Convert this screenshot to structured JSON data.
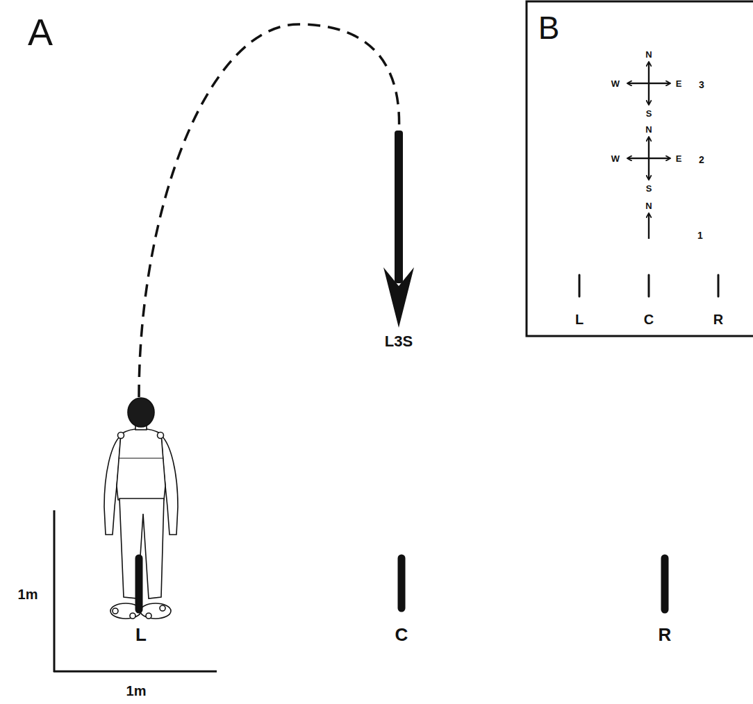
{
  "diagram": {
    "labels": [
      "A",
      "1m",
      "1m",
      "L",
      "C",
      "R",
      "L3S",
      "B",
      "N",
      "W",
      "E",
      "S",
      "3",
      "N",
      "W",
      "E",
      "S",
      "2",
      "N",
      "1",
      "L",
      "C",
      "R"
    ]
  }
}
